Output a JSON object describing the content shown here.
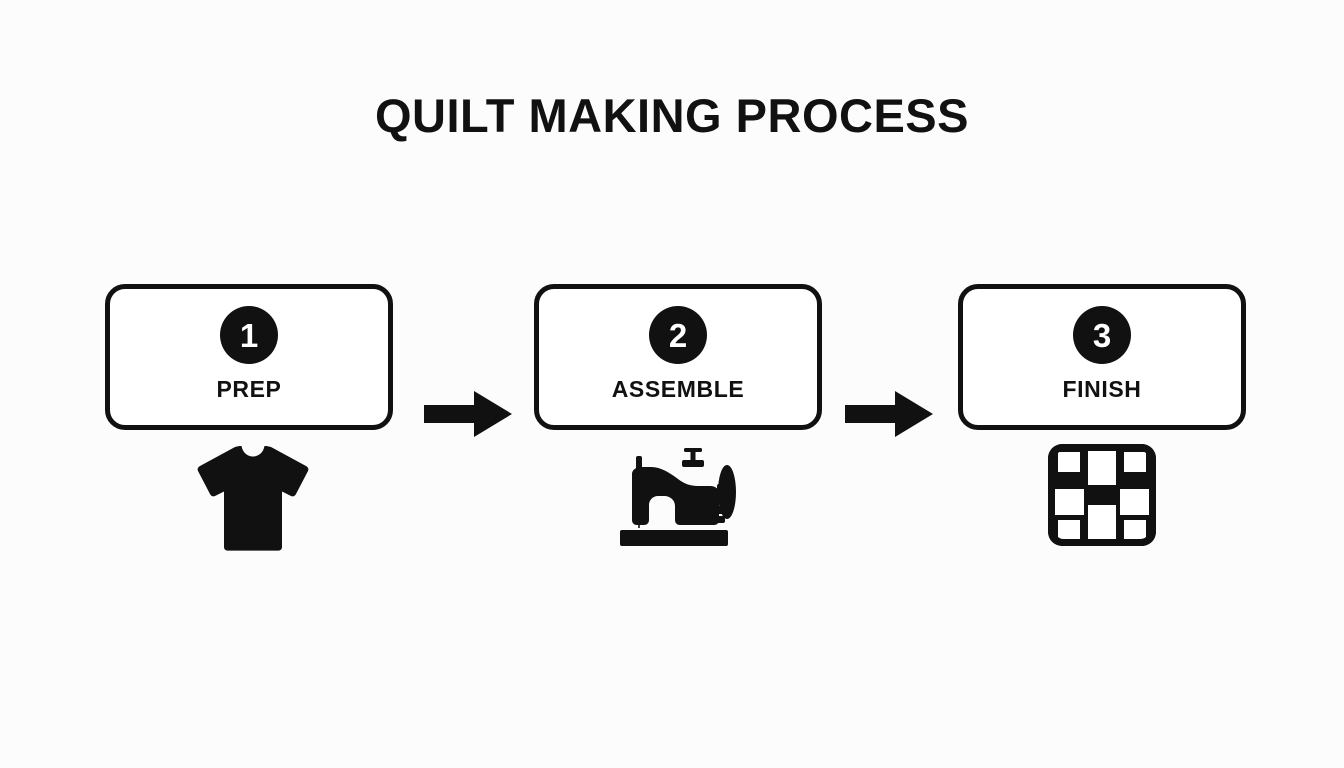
{
  "page": {
    "title": "QUILT MAKING PROCESS",
    "background_color": "#fcfcfc",
    "ink_color": "#111111",
    "paper_color": "#ffffff"
  },
  "steps": [
    {
      "number": "1",
      "label": "PREP",
      "icon": "tshirt-icon"
    },
    {
      "number": "2",
      "label": "ASSEMBLE",
      "icon": "sewing-machine-icon"
    },
    {
      "number": "3",
      "label": "FINISH",
      "icon": "quilt-block-icon"
    }
  ],
  "connectors": [
    {
      "icon": "arrow-right-icon"
    },
    {
      "icon": "arrow-right-icon"
    }
  ]
}
